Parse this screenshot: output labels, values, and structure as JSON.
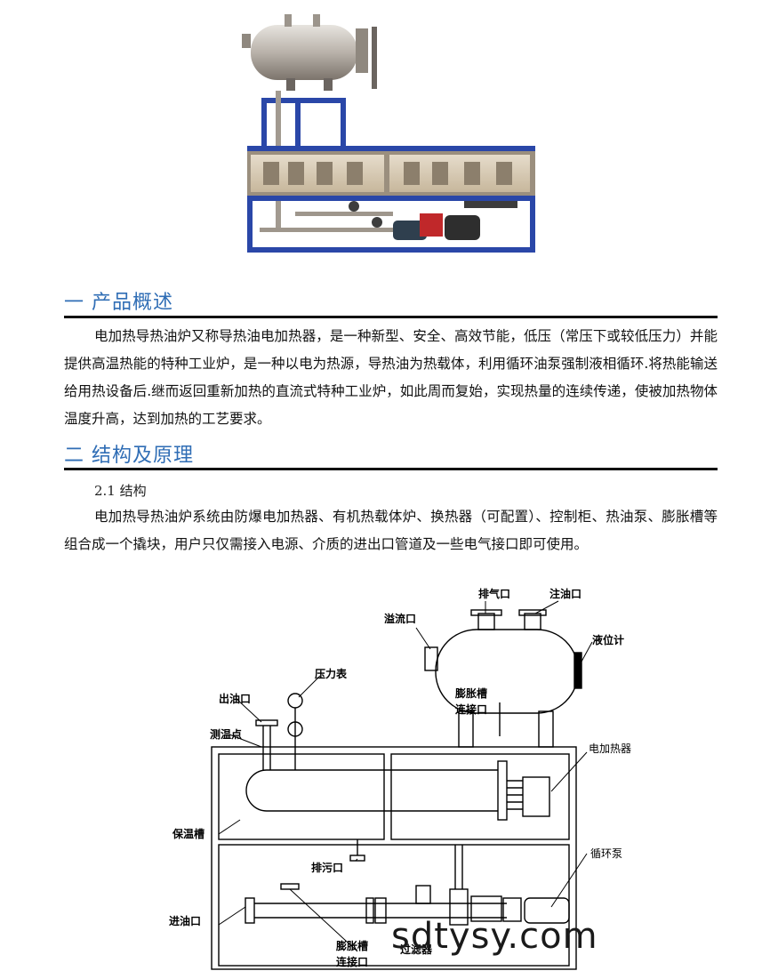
{
  "section1": {
    "title": "一 产品概述"
  },
  "para1": "电加热导热油炉又称导热油电加热器，是一种新型、安全、高效节能，低压（常压下或较低压力）并能提供高温热能的特种工业炉，是一种以电为热源，导热油为热载体，利用循环油泵强制液相循环.将热能输送给用热设备后.继而返回重新加热的直流式特种工业炉，如此周而复始，实现热量的连续传递，使被加热物体温度升高，达到加热的工艺要求。",
  "section2": {
    "title": "二 结构及原理"
  },
  "subsection": "2.1 结构",
  "para2": "电加热导热油炉系统由防爆电加热器、有机热载体炉、换热器（可配置）、控制柜、热油泵、膨胀槽等组合成一个撬块，用户只仅需接入电源、介质的进出口管道及一些电气接口即可使用。",
  "diagram_labels": {
    "exhaust": "排气口",
    "fill": "注油口",
    "overflow": "溢流口",
    "level": "液位计",
    "pressure": "压力表",
    "outlet": "出油口",
    "temp": "测温点",
    "expansion1": "膨胀槽",
    "expansion1b": "连接口",
    "heater": "电加热器",
    "insulation": "保温槽",
    "drain": "排污口",
    "pump": "循环泵",
    "inlet": "进油口",
    "expansion2": "膨胀槽",
    "expansion2b": "连接口",
    "filter": "过滤器"
  },
  "watermark": "sdtysy.com"
}
